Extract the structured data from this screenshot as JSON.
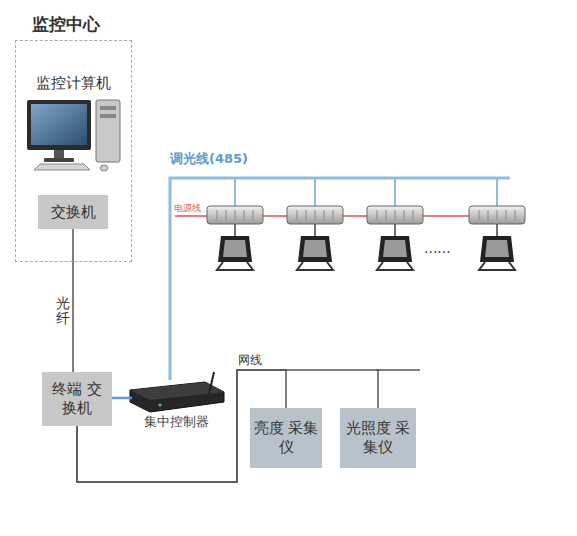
{
  "diagram": {
    "nodes": [
      {
        "text": [
          "监控中心"
        ]
      },
      {
        "text": [
          "监控计算机"
        ],
        "in": 0
      },
      {
        "text": [
          "交换机"
        ],
        "in": 0
      },
      {
        "text": [
          "终端 交换机"
        ]
      },
      {
        "text": [
          "集中控制器"
        ]
      },
      {
        "text": [
          "亮度 采集仪"
        ]
      },
      {
        "text": [
          "光照度 采集仪"
        ]
      }
    ],
    "edges": [
      {
        "from": 2,
        "to": 3,
        "arrow": "none"
      },
      {
        "from": 3,
        "to": 4,
        "arrow": "none"
      },
      {
        "from": 3,
        "to": 5,
        "arrow": "none",
        "label": "网线"
      },
      {
        "from": 3,
        "to": 6,
        "arrow": "none"
      }
    ],
    "labels": [
      "调光线(485)",
      "电源线",
      "......",
      "光纤"
    ]
  }
}
